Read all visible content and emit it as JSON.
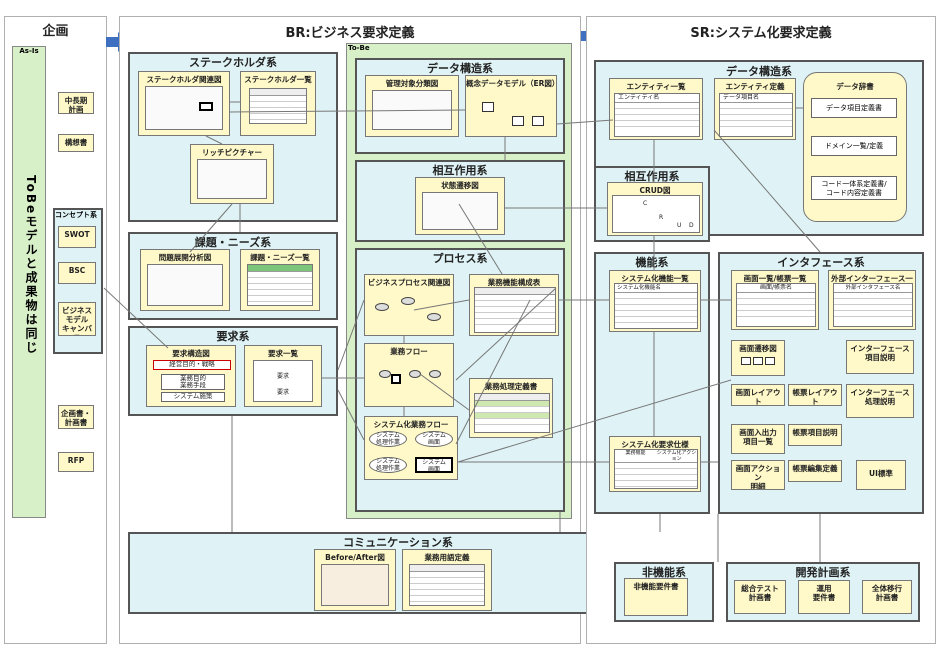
{
  "columns": {
    "planning": "企画",
    "br": "BR:ビジネス要求定義",
    "sr": "SR:システム化要求定義"
  },
  "asis": {
    "label": "As-Is",
    "vertical_text": "ToBeモデルと成果物は同じ"
  },
  "planning_items": {
    "midterm": "中長期\n計画",
    "plan_doc": "構想書",
    "concept_title": "コンセプト系",
    "concept_items": [
      "SWOT",
      "BSC",
      "ビジネス\nモデル\nキャンバス"
    ],
    "proposal": "企画書・\n計画書",
    "rfp": "RFP"
  },
  "br": {
    "stakeholder": {
      "title": "ステークホルダ系",
      "relation": "ステークホルダ関連図",
      "list": "ステークホルダ一覧",
      "rich": "リッチピクチャー"
    },
    "issue": {
      "title": "課題・ニーズ系",
      "analysis": "問題展開分析図",
      "list": "課題・ニーズ一覧"
    },
    "requirement": {
      "title": "要求系",
      "structure": "要求構造図",
      "list": "要求一覧",
      "s1": "経営目的・戦略",
      "s2": "業務目的\n業務手段",
      "s3": "システム施策",
      "l1": "要求",
      "l2": "要求"
    },
    "tobe": {
      "label": "To-Be",
      "data_title": "データ構造系",
      "mgmt": "管理対象分類図",
      "er": "概念データモデル（ER図）",
      "inter_title": "相互作用系",
      "state": "状態遷移図",
      "process_title": "プロセス系",
      "bp": "ビジネスプロセス関連図",
      "func": "業務機能構成表",
      "flow": "業務フロー",
      "rule": "業務処理定義書",
      "sysflow": "システム化業務フロー",
      "sf1": "システム\n処理作業",
      "sf2": "システム\n画面",
      "sf3": "システム\n処理作業",
      "sf4": "システム\n画面"
    },
    "communication": {
      "title": "コミュニケーション系",
      "before_after": "Before/After図",
      "glossary": "業務用語定義"
    }
  },
  "sr": {
    "data": {
      "title": "データ構造系",
      "entity_list": "エンティティ一覧",
      "entity_name": "エンティティ名",
      "entity_def": "エンティティ定義",
      "data_item": "データ項目名",
      "dict_title": "データ辞書",
      "dict1": "データ項目定義書",
      "dict2": "ドメイン一覧/定義",
      "dict3": "コード一体系定義書/\nコード内容定義書"
    },
    "inter": {
      "title": "相互作用系",
      "crud": "CRUD図",
      "c": "C",
      "r": "R",
      "u": "U",
      "d": "D"
    },
    "func": {
      "title": "機能系",
      "list": "システム化機能一覧",
      "fname": "システム化機能名",
      "spec": "システム化要求仕様",
      "spec_h1": "業務機能",
      "spec_h2": "システム化アクション"
    },
    "iface": {
      "title": "インタフェース系",
      "screen_list": "画面一覧/帳票一覧",
      "screen_name": "画面/帳票名",
      "ext_list": "外部インターフェース一覧",
      "ext_name": "外部インタフェース名",
      "screen_trans": "画面遷移図",
      "iface_item": "インターフェース\n項目説明",
      "screen_layout": "画面レイアウト",
      "form_layout": "帳票レイアウト",
      "iface_proc": "インターフェース\n処理説明",
      "screen_io": "画面入出力\n項目一覧",
      "form_item": "帳票項目説明",
      "screen_action": "画面アクション\n明細",
      "form_edit": "帳票編集定義",
      "ui": "UI標準"
    },
    "nonfunc": {
      "title": "非機能系",
      "doc": "非機能要件書"
    },
    "dev": {
      "title": "開発計画系",
      "d1": "総合テスト\n計画書",
      "d2": "運用\n要件書",
      "d3": "全体移行\n計画書"
    }
  },
  "colors": {
    "group_fill": "#dff3f6",
    "tobe_fill": "#d8f0c8",
    "asis_fill": "#d8f0c8",
    "doc_fill": "#fff8c8",
    "arrow": "#3f6fc0"
  }
}
